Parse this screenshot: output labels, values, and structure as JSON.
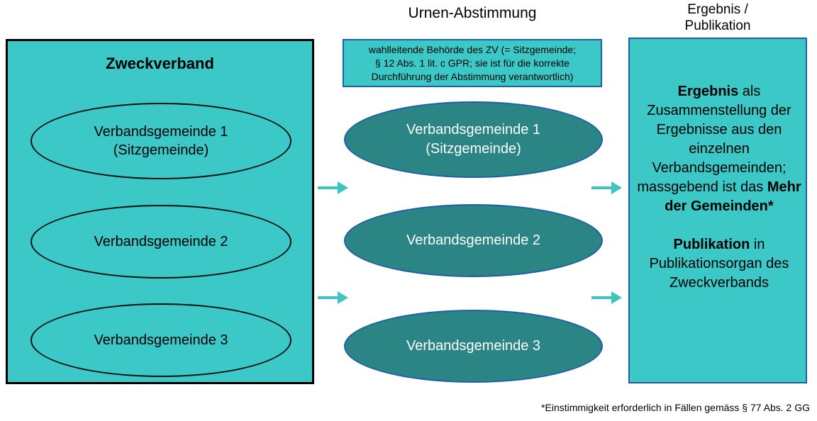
{
  "colors": {
    "light_teal": "#3BC8C6",
    "dark_teal": "#2A8584",
    "border_blue": "#1F5FA8",
    "arrow_teal": "#3EC6BE",
    "black": "#000000",
    "white": "#FFFFFF"
  },
  "headings": {
    "middle": "Urnen-Abstimmung",
    "right": "Ergebnis /\nPublikation"
  },
  "left_box": {
    "title": "Zweckverband",
    "ellipses": [
      {
        "label": "Verbandsgemeinde 1\n(Sitzgemeinde)"
      },
      {
        "label": "Verbandsgemeinde 2"
      },
      {
        "label": "Verbandsgemeinde 3"
      }
    ]
  },
  "middle_column": {
    "caption_box": "wahlleitende Behörde des ZV (= Sitzgemeinde;\n§ 12 Abs. 1 lit. c GPR; sie ist für die korrekte\nDurchführung der Abstimmung verantwortlich)",
    "ellipses": [
      {
        "label": "Verbandsgemeinde 1\n(Sitzgemeinde)"
      },
      {
        "label": "Verbandsgemeinde 2"
      },
      {
        "label": "Verbandsgemeinde 3"
      }
    ]
  },
  "arrows": [
    {
      "name": "arrow-left-upper",
      "direction": "right"
    },
    {
      "name": "arrow-left-lower",
      "direction": "right"
    },
    {
      "name": "arrow-right-upper",
      "direction": "right"
    },
    {
      "name": "arrow-right-lower",
      "direction": "right"
    }
  ],
  "right_box": {
    "paragraph1": {
      "bold_lead": "Ergebnis",
      "rest": " als Zusammenstellung der Ergebnisse aus den einzelnen Verbandsgemeinden; massgebend ist das ",
      "bold_tail": "Mehr der Gemeinden*"
    },
    "paragraph2": {
      "bold_lead": "Publikation",
      "rest": " in Publikationsorgan des Zweckverbands"
    }
  },
  "footnote": "*Einstimmigkeit erforderlich in Fällen gemäss § 77 Abs. 2 GG"
}
